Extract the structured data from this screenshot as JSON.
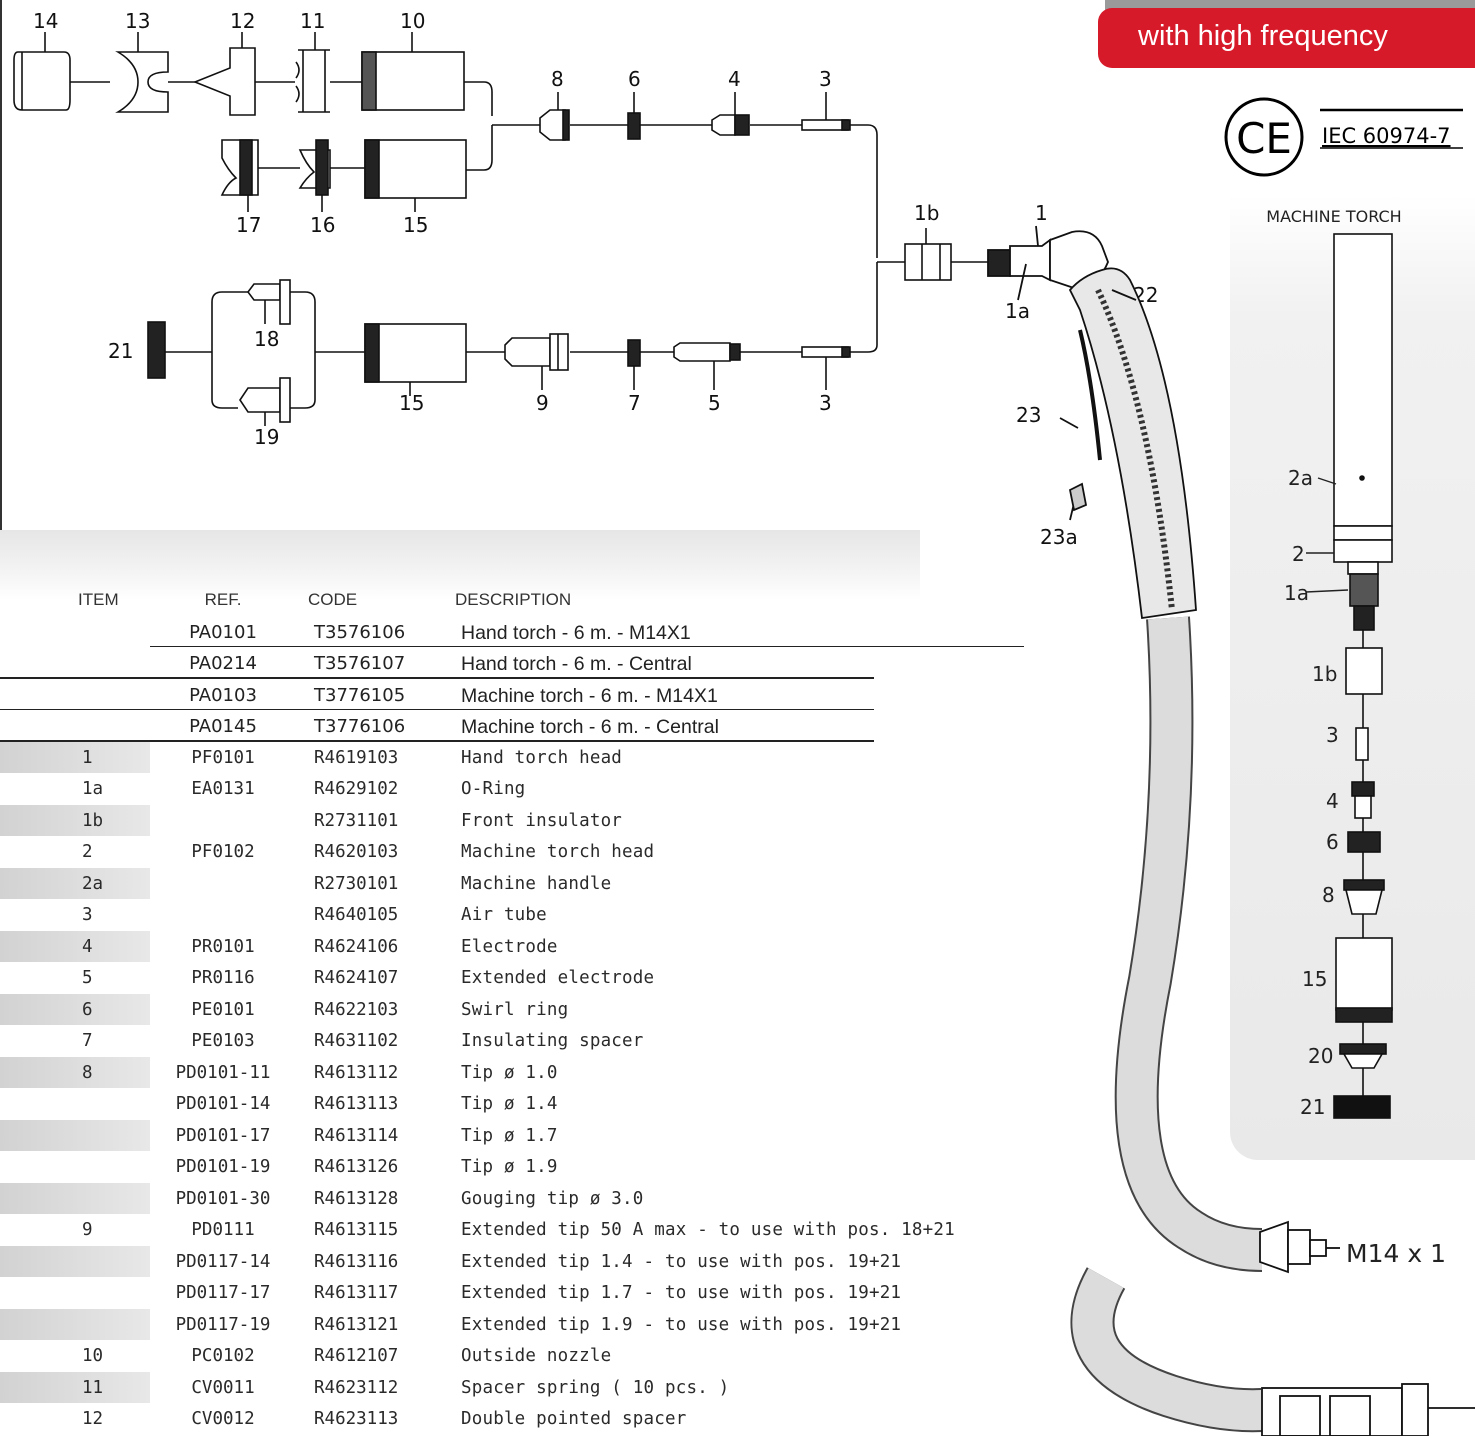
{
  "header": {
    "title": "with high frequency"
  },
  "certification": {
    "mark": "CE",
    "standard": "IEC 60974-7"
  },
  "machine_torch": {
    "title": "MACHINE TORCH",
    "labels": [
      "2a",
      "2",
      "1a",
      "1b",
      "3",
      "4",
      "6",
      "8",
      "15",
      "20",
      "21"
    ]
  },
  "diagram": {
    "callouts_top": [
      "14",
      "13",
      "12",
      "11",
      "10",
      "8",
      "6",
      "4",
      "3"
    ],
    "callouts_mid": [
      "17",
      "16",
      "15"
    ],
    "callouts_lower": [
      "21",
      "18",
      "19",
      "15",
      "9",
      "7",
      "5",
      "3"
    ],
    "callouts_torch": [
      "1b",
      "1",
      "1a",
      "22",
      "23",
      "23a"
    ],
    "connector_label": "M14 x 1"
  },
  "table": {
    "headers": {
      "item": "ITEM",
      "ref": "REF.",
      "code": "CODE",
      "description": "DESCRIPTION"
    },
    "kits": [
      {
        "ref": "PA0101",
        "code": "T3576106",
        "description": "Hand torch - 6 m. - M14X1"
      },
      {
        "ref": "PA0214",
        "code": "T3576107",
        "description": "Hand torch - 6 m. - Central"
      },
      {
        "ref": "PA0103",
        "code": "T3776105",
        "description": "Machine torch - 6 m. - M14X1"
      },
      {
        "ref": "PA0145",
        "code": "T3776106",
        "description": "Machine torch - 6 m. - Central"
      }
    ],
    "parts": [
      {
        "item": "1",
        "ref": "PF0101",
        "code": "R4619103",
        "description": "Hand torch head"
      },
      {
        "item": "1a",
        "ref": "EA0131",
        "code": "R4629102",
        "description": "O-Ring"
      },
      {
        "item": "1b",
        "ref": "",
        "code": "R2731101",
        "description": "Front insulator"
      },
      {
        "item": "2",
        "ref": "PF0102",
        "code": "R4620103",
        "description": "Machine torch head"
      },
      {
        "item": "2a",
        "ref": "",
        "code": "R2730101",
        "description": "Machine handle"
      },
      {
        "item": "3",
        "ref": "",
        "code": "R4640105",
        "description": "Air tube"
      },
      {
        "item": "4",
        "ref": "PR0101",
        "code": "R4624106",
        "description": "Electrode"
      },
      {
        "item": "5",
        "ref": "PR0116",
        "code": "R4624107",
        "description": "Extended electrode"
      },
      {
        "item": "6",
        "ref": "PE0101",
        "code": "R4622103",
        "description": "Swirl ring"
      },
      {
        "item": "7",
        "ref": "PE0103",
        "code": "R4631102",
        "description": "Insulating spacer"
      },
      {
        "item": "8",
        "ref": "PD0101-11",
        "code": "R4613112",
        "description": "Tip ø 1.0"
      },
      {
        "item": "",
        "ref": "PD0101-14",
        "code": "R4613113",
        "description": "Tip ø 1.4"
      },
      {
        "item": "",
        "ref": "PD0101-17",
        "code": "R4613114",
        "description": "Tip ø 1.7"
      },
      {
        "item": "",
        "ref": "PD0101-19",
        "code": "R4613126",
        "description": "Tip ø 1.9"
      },
      {
        "item": "",
        "ref": "PD0101-30",
        "code": "R4613128",
        "description": "Gouging tip ø 3.0"
      },
      {
        "item": "9",
        "ref": "PD0111",
        "code": "R4613115",
        "description": "Extended tip 50 A max - to use with pos. 18+21"
      },
      {
        "item": "",
        "ref": "PD0117-14",
        "code": "R4613116",
        "description": "Extended tip 1.4 - to use with pos. 19+21"
      },
      {
        "item": "",
        "ref": "PD0117-17",
        "code": "R4613117",
        "description": "Extended tip 1.7 - to use with pos. 19+21"
      },
      {
        "item": "",
        "ref": "PD0117-19",
        "code": "R4613121",
        "description": "Extended tip 1.9 - to use with pos. 19+21"
      },
      {
        "item": "10",
        "ref": "PC0102",
        "code": "R4612107",
        "description": "Outside nozzle"
      },
      {
        "item": "11",
        "ref": "CV0011",
        "code": "R4623112",
        "description": "Spacer spring ( 10 pcs. )"
      },
      {
        "item": "12",
        "ref": "CV0012",
        "code": "R4623113",
        "description": "Double pointed spacer"
      }
    ]
  }
}
